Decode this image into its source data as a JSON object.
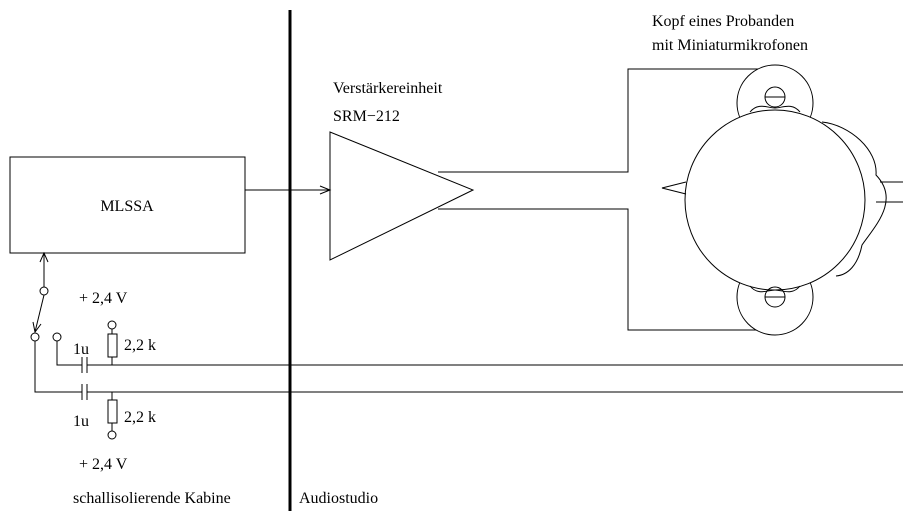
{
  "labels": {
    "mlssa": "MLSSA",
    "amplifier_line1": "Verstärkereinheit",
    "amplifier_line2": "SRM−212",
    "head_line1": "Kopf eines Probanden",
    "head_line2": "mit Miniaturmikrofonen",
    "voltage_top": "+ 2,4 V",
    "voltage_bottom": "+ 2,4 V",
    "cap_top": "1u",
    "cap_bottom": "1u",
    "res_top": "2,2 k",
    "res_bottom": "2,2 k",
    "cabin": "schallisolierende Kabine",
    "studio": "Audiostudio"
  },
  "colors": {
    "line": "#000000",
    "background": "#ffffff"
  }
}
